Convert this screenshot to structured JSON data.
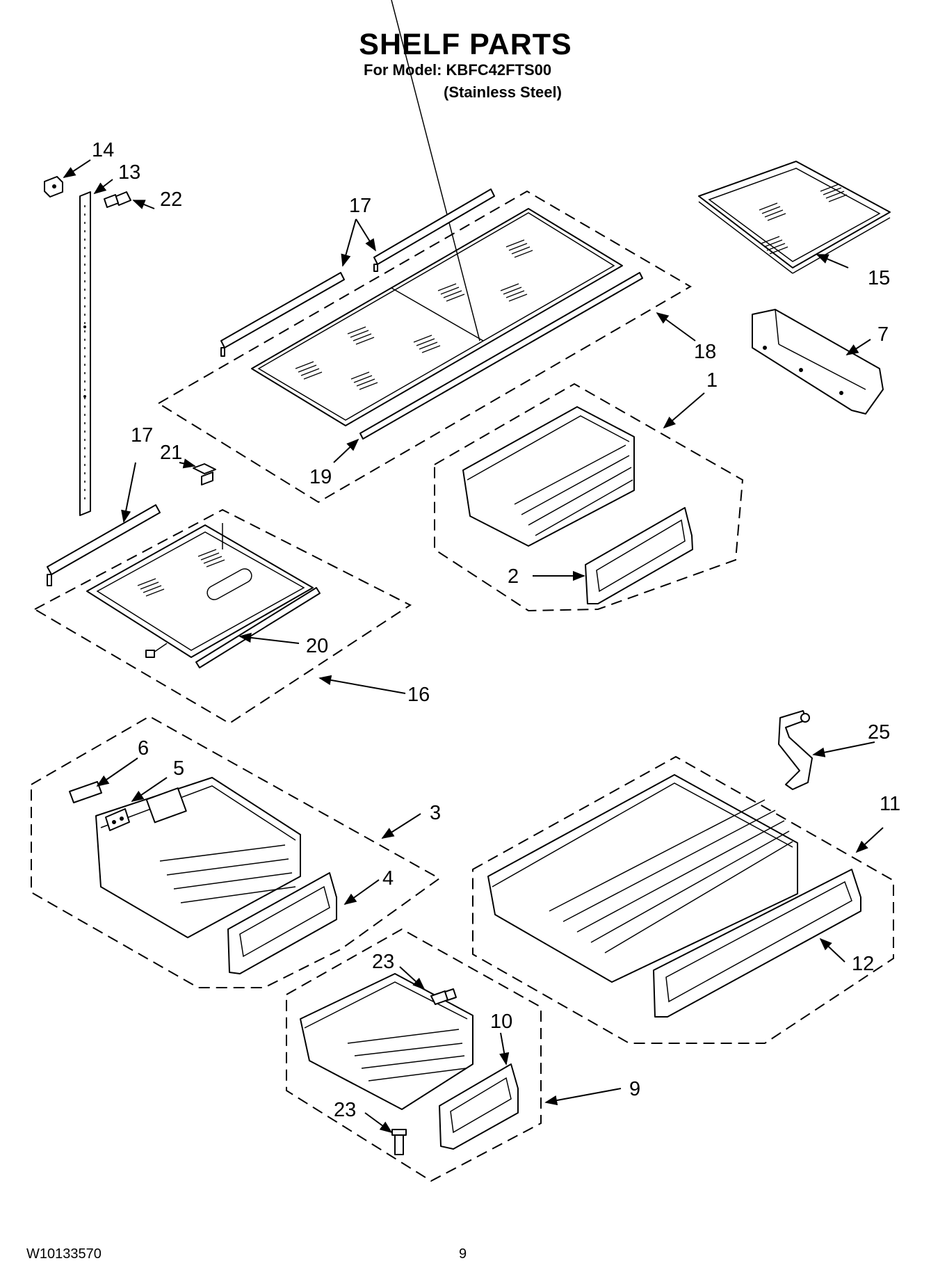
{
  "header": {
    "title": "SHELF PARTS",
    "model_line": "For Model: KBFC42FTS00",
    "finish_line": "(Stainless Steel)"
  },
  "footer": {
    "doc_number": "W10133570",
    "page_number": "9"
  },
  "callouts": {
    "c1": "1",
    "c2": "2",
    "c3": "3",
    "c4": "4",
    "c5": "5",
    "c6": "6",
    "c7": "7",
    "c9": "9",
    "c10": "10",
    "c11": "11",
    "c12": "12",
    "c13": "13",
    "c14": "14",
    "c15": "15",
    "c16": "16",
    "c17a": "17",
    "c17b": "17",
    "c18": "18",
    "c19": "19",
    "c20": "20",
    "c21": "21",
    "c22": "22",
    "c23a": "23",
    "c23b": "23",
    "c25": "25"
  }
}
